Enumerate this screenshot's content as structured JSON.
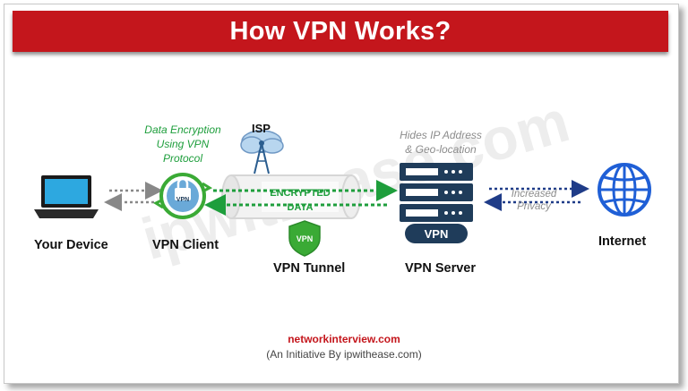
{
  "title": "How VPN Works?",
  "watermark": "ipwithease.com",
  "nodes": {
    "device": "Your Device",
    "client": "VPN Client",
    "tunnel": "VPN Tunnel",
    "server": "VPN Server",
    "internet": "Internet"
  },
  "annotations": {
    "encryption_line1": "Data Encryption",
    "encryption_line2": "Using VPN",
    "encryption_line3": "Protocol",
    "isp": "ISP",
    "hides_line1": "Hides IP Address",
    "hides_line2": "& Geo-location",
    "privacy_line1": "Increased",
    "privacy_line2": "Privacy"
  },
  "tunnel_text": {
    "line1": "ENCRYPTED",
    "line2": "DATA"
  },
  "badges": {
    "client": "VPN",
    "shield": "VPN",
    "server": "VPN"
  },
  "footer": {
    "site": "networkinterview.com",
    "initiative": "(An Initiative By ipwithease.com)"
  },
  "colors": {
    "banner": "#c4161c",
    "encrypted_flow": "#1e9e3c",
    "internet_flow": "#1f3c88",
    "device_flow": "#888888"
  }
}
